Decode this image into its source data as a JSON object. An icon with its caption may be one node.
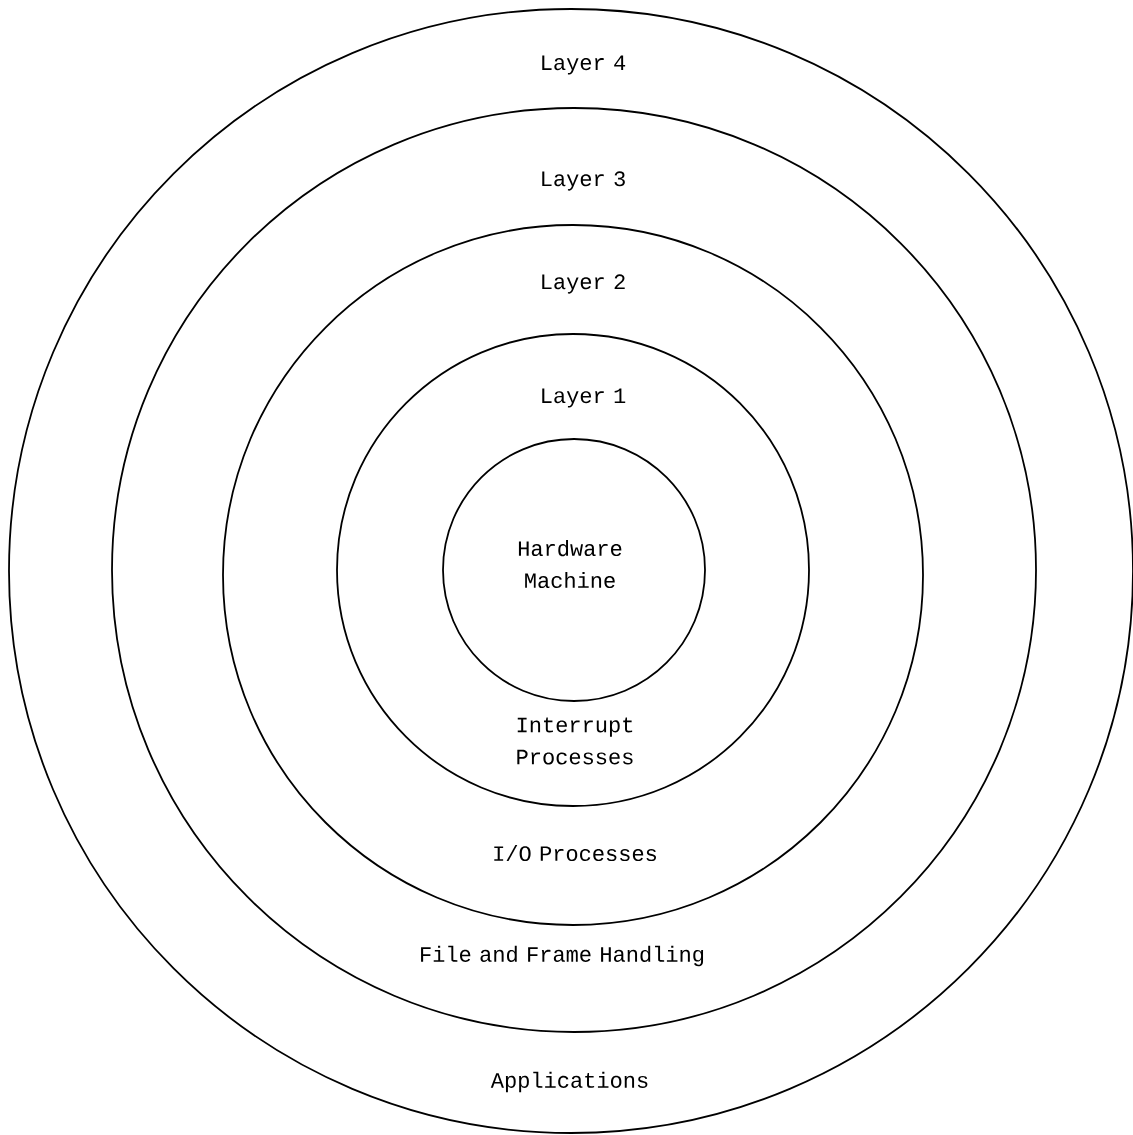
{
  "diagram": {
    "nodes": [
      {
        "text": [
          "Layer 4",
          "Applications"
        ]
      },
      {
        "text": [
          "Layer 3",
          "File and Frame Handling"
        ],
        "in": 0
      },
      {
        "text": [
          "Layer 2",
          "I/O Processes"
        ],
        "in": 1
      },
      {
        "text": [
          "Layer 1",
          "Interrupt Processes"
        ],
        "in": 2
      },
      {
        "text": [
          "Hardware Machine"
        ],
        "in": 3
      }
    ]
  }
}
